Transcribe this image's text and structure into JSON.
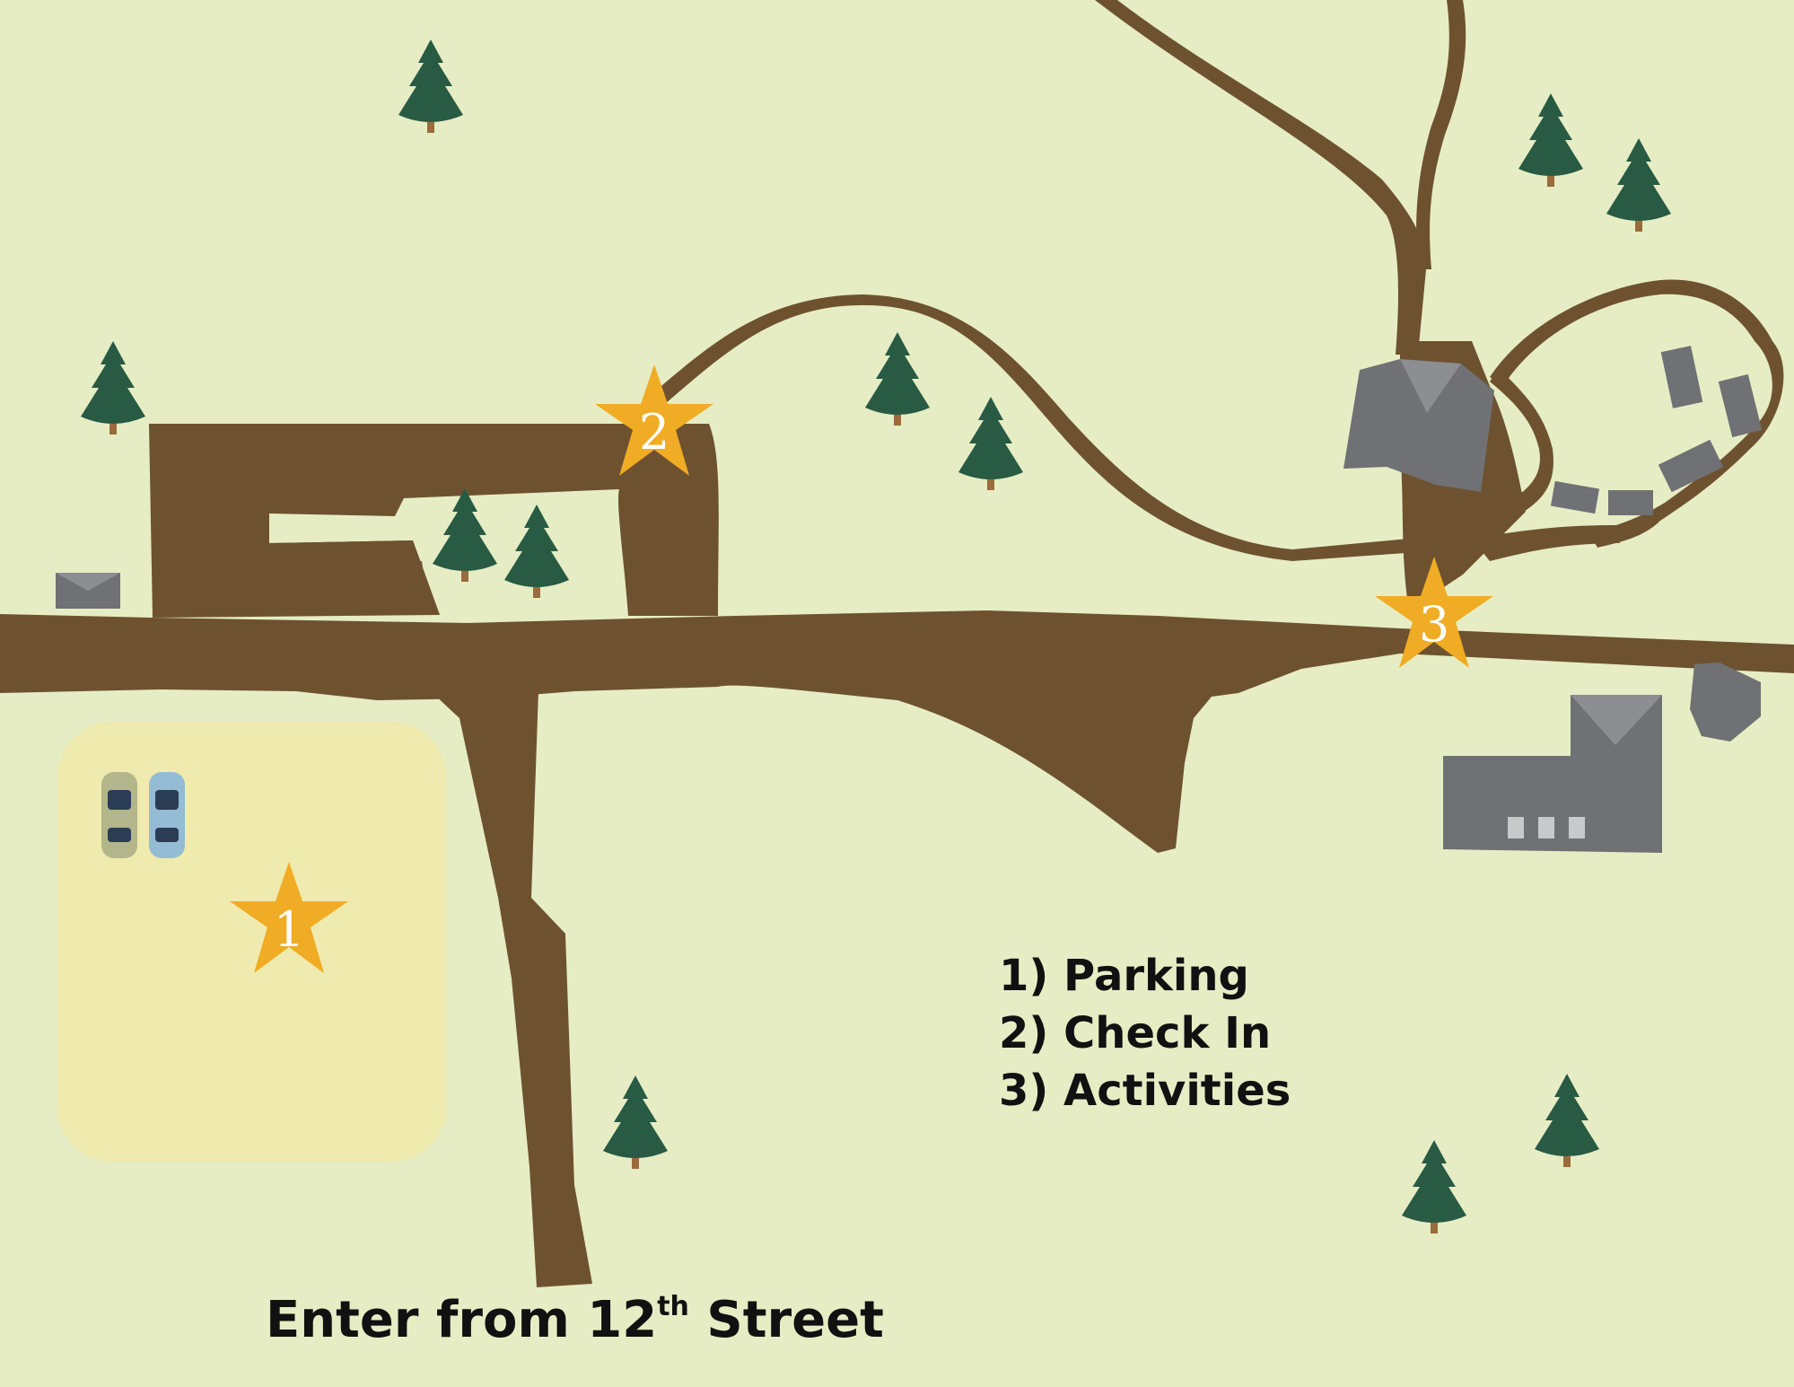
{
  "markers": [
    {
      "number": "1",
      "name": "Parking"
    },
    {
      "number": "2",
      "name": "Check In"
    },
    {
      "number": "3",
      "name": "Activities"
    }
  ],
  "legend": {
    "items": [
      "1) Parking",
      "2) Check In",
      "3) Activities"
    ]
  },
  "entrance": {
    "prefix": "Enter from 12",
    "superscript": "th",
    "suffix": " Street"
  },
  "colors": {
    "background": "#e6edc4",
    "road": "#6e5230",
    "parking_lot": "#efeaad",
    "tree": "#285a44",
    "tree_trunk": "#9a6b3c",
    "star": "#f0ac24",
    "building": "#6f7174"
  }
}
